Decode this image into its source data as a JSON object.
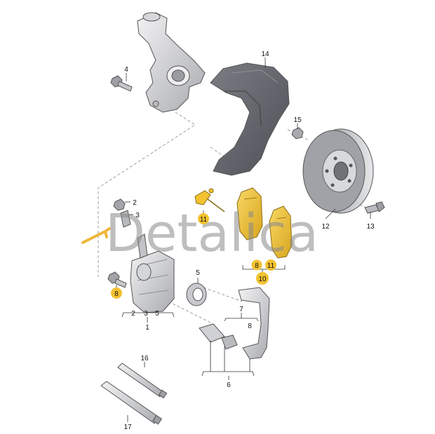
{
  "labels": {
    "l1": "1",
    "l2a": "2",
    "l2b": "2",
    "l3a": "3",
    "l3b": "3",
    "l4": "4",
    "l5a": "5",
    "l5b": "5",
    "l6": "6",
    "l7": "7",
    "l8a": "8",
    "l8b": "8",
    "l8c": "8",
    "l10": "10",
    "l11a": "11",
    "l11b": "11",
    "l12": "12",
    "l13": "13",
    "l14": "14",
    "l15": "15",
    "l16": "16",
    "l17": "17"
  },
  "watermark": "Detalica",
  "colors": {
    "highlight": "#f2c230",
    "part_gray": "#c9c9cc",
    "dark_gray": "#7d7f85",
    "shield": "#5f6268",
    "watermark_key": "#f0b63c"
  }
}
